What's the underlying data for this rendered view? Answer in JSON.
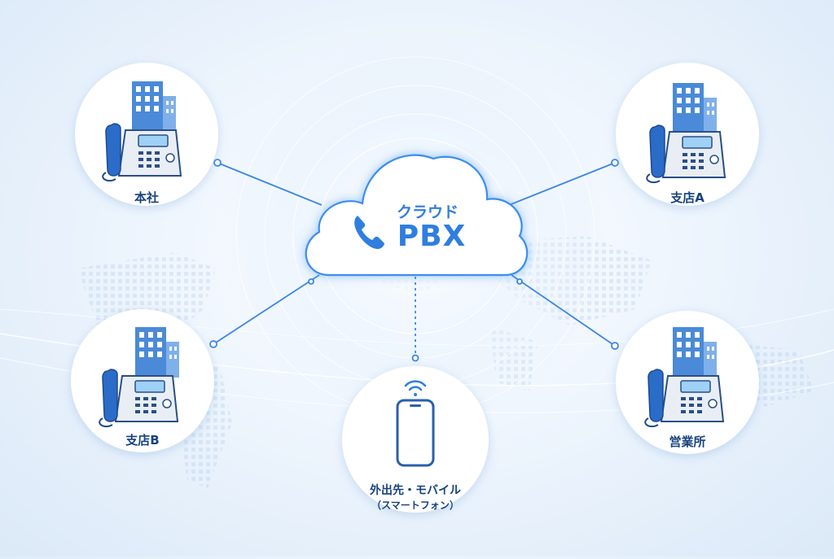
{
  "cloud": {
    "line1": "クラウド",
    "line2": "PBX"
  },
  "nodes": {
    "hq": {
      "label": "本社"
    },
    "branch_a": {
      "label": "支店A"
    },
    "branch_b": {
      "label": "支店B"
    },
    "sales_office": {
      "label": "営業所"
    },
    "mobile": {
      "label": "外出先・モバイル",
      "sublabel": "（スマートフォン）"
    }
  },
  "colors": {
    "accent": "#2f7ee0",
    "dark_blue": "#17427f",
    "phone_blue": "#2a6cc8",
    "building_blue": "#4a8ad8",
    "line_blue": "#3a86e8"
  }
}
